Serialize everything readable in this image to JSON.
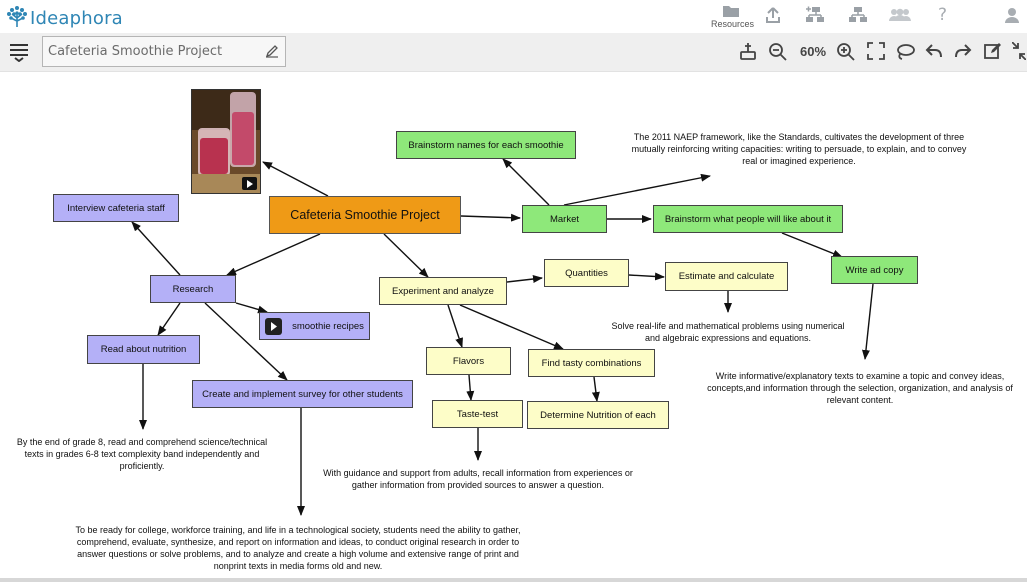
{
  "app": {
    "name": "Ideaphora",
    "top_icons": [
      "resources-icon",
      "upload-icon",
      "add-topic-icon",
      "hierarchy-icon",
      "group-icon",
      "help-icon",
      "user-icon"
    ],
    "resources_label": "Resources"
  },
  "toolbar": {
    "project_title": "Cafeteria Smoothie Project",
    "zoom": "60%",
    "icons": [
      "add-node-icon",
      "zoom-out-icon",
      "zoom-in-icon",
      "fit-screen-icon",
      "lasso-icon",
      "undo-icon",
      "redo-icon",
      "edit-icon",
      "collapse-icon"
    ]
  },
  "map": {
    "central": "Cafeteria Smoothie Project",
    "nodes": {
      "interview": "Interview cafeteria staff",
      "research": "Research",
      "smoothie_recipes": "smoothie recipes",
      "read_nutrition": "Read about nutrition",
      "survey": "Create and implement survey for other students",
      "brainstorm_names": "Brainstorm names for each smoothie",
      "market": "Market",
      "brainstorm_like": "Brainstorm what people will like about it",
      "write_ad": "Write ad copy",
      "experiment": "Experiment and analyze",
      "quantities": "Quantities",
      "estimate": "Estimate and calculate",
      "flavors": "Flavors",
      "tasty": "Find tasty combinations",
      "taste_test": "Taste-test",
      "nutrition_each": "Determine Nutrition of each"
    },
    "notes": {
      "naep": "The 2011 NAEP framework, like the Standards, cultivates the development of three mutually reinforcing writing capacities: writing to persuade, to explain, and to convey real or imagined experience.",
      "math": "Solve real-life and mathematical problems using numerical and algebraic expressions and equations.",
      "informative": "Write informative/explanatory texts to examine a topic and convey ideas, concepts,and information through the selection, organization, and analysis of relevant content.",
      "grade8": "By the end of grade 8, read and comprehend science/technical texts in grades 6-8 text complexity band independently and proficiently.",
      "recall": "With guidance and support from adults, recall information from experiences or gather information from provided sources to answer a question.",
      "college": "To be ready for college, workforce training, and life in a technological society, students need the ability to gather, comprehend, evaluate, synthesize, and report on information and ideas, to conduct original research in order to answer questions or solve problems, and to analyze and create a high volume and extensive range of print and nonprint texts in media forms old and new."
    }
  }
}
